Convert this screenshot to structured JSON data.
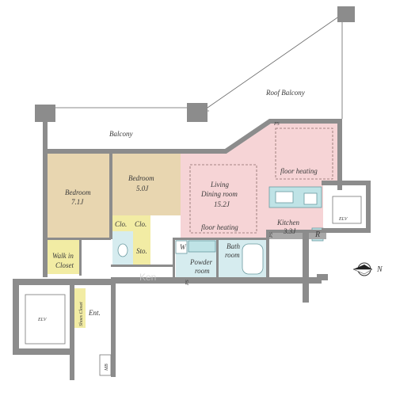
{
  "rooms": {
    "roof_balcony": "Roof Balcony",
    "balcony": "Balcony",
    "bedroom1_name": "Bedroom",
    "bedroom1_size": "7.1J",
    "bedroom2_name": "Bedroom",
    "bedroom2_size": "5.0J",
    "living_l1": "Living",
    "living_l2": "Dining room",
    "living_size": "15.2J",
    "floor_heating_1": "floor heating",
    "floor_heating_2": "floor heating",
    "kitchen_name": "Kitchen",
    "kitchen_size": "3.3J",
    "clo1": "Clo.",
    "clo2": "Clo.",
    "sto": "Sto.",
    "walkin_l1": "Walk in",
    "walkin_l2": "Closet",
    "powder_l1": "Powder",
    "powder_l2": "room",
    "bath_l1": "Bath",
    "bath_l2": "room",
    "w": "W",
    "elv1": "ELV",
    "elv2": "ELV",
    "shoes": "Shoes Closet",
    "ent": "Ent.",
    "mb": "MB",
    "ps1": "PS",
    "ps2": "PS",
    "ps3": "PS",
    "r": "R",
    "north": "N",
    "watermark": "Ken"
  },
  "colors": {
    "wood": "#e8d6b0",
    "pink": "#f6d4d6",
    "cyan": "#d6ecef",
    "yellow": "#f2eca4",
    "wall": "#8c8c8c"
  }
}
